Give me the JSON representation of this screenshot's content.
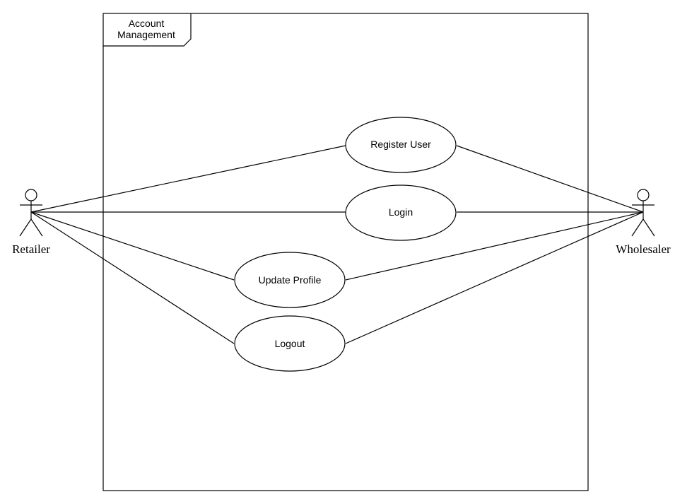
{
  "system": {
    "frame_label_line1": "Account",
    "frame_label_line2": "Management"
  },
  "actors": {
    "retailer": "Retailer",
    "wholesaler": "Wholesaler"
  },
  "use_cases": {
    "register_user": "Register User",
    "login": "Login",
    "update_profile": "Update Profile",
    "logout": "Logout"
  },
  "colors": {
    "line": "#000000",
    "background": "#ffffff"
  }
}
